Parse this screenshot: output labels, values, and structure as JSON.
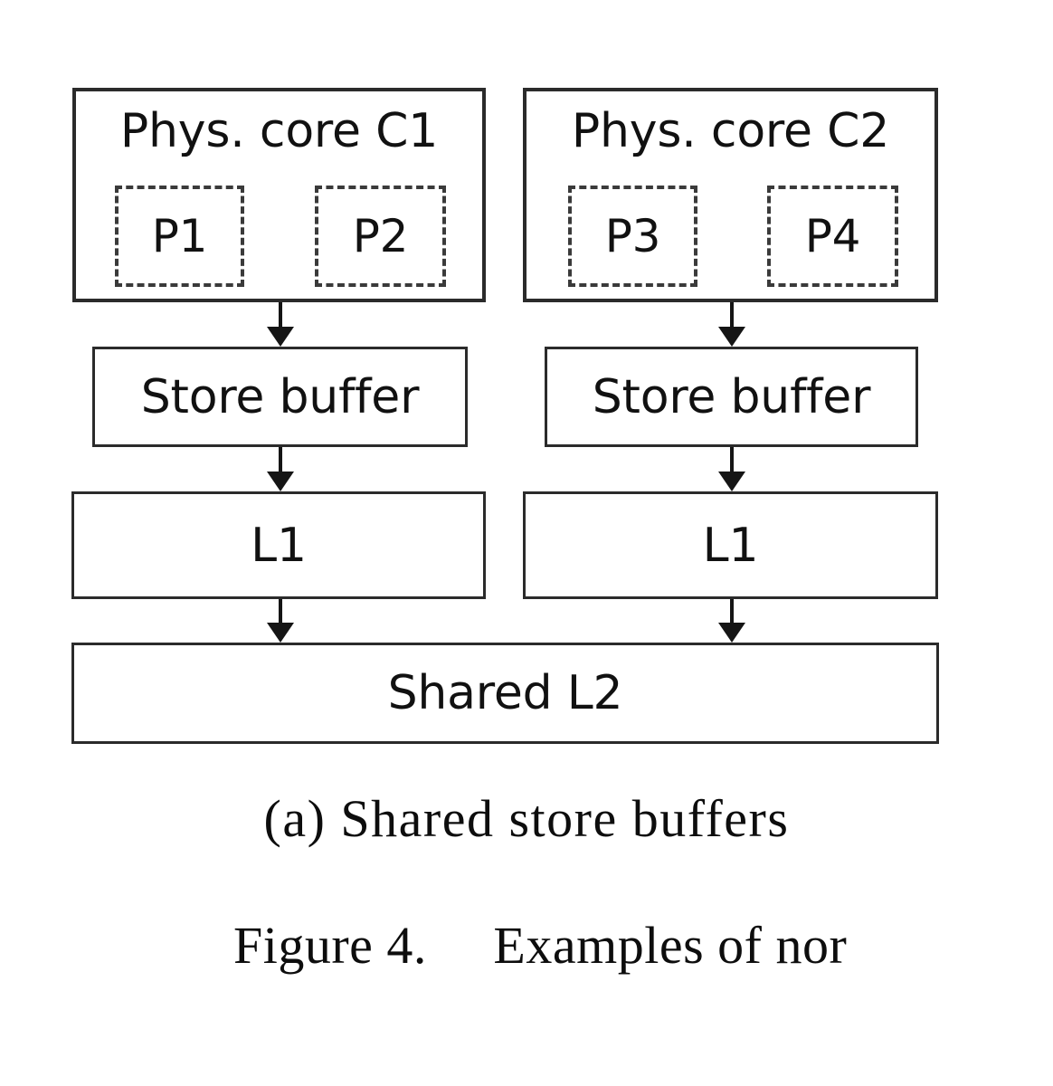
{
  "figure": {
    "subcaption": "(a) Shared store buffers",
    "caption": "Figure 4.  Examples of nor",
    "colors": {
      "background": "#ffffff",
      "box_border": "#2b2b2b",
      "dashed_border": "#3a3a3a",
      "arrow": "#151515",
      "text": "#111111"
    }
  },
  "cores": [
    {
      "title": "Phys. core C1",
      "processes": [
        {
          "label": "P1"
        },
        {
          "label": "P2"
        }
      ],
      "store_buffer": "Store buffer",
      "l1": "L1"
    },
    {
      "title": "Phys. core C2",
      "processes": [
        {
          "label": "P3"
        },
        {
          "label": "P4"
        }
      ],
      "store_buffer": "Store buffer",
      "l1": "L1"
    }
  ],
  "shared": {
    "l2": "Shared L2"
  }
}
